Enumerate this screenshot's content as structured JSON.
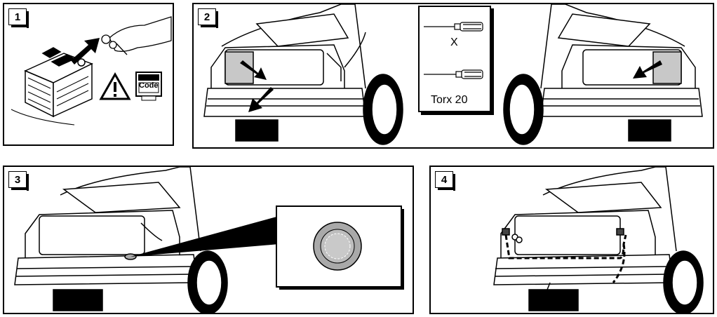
{
  "steps": [
    "1",
    "2",
    "3",
    "4"
  ],
  "panel1": {
    "code_label": "Code"
  },
  "panel2": {
    "tool1_label": "X",
    "tool2_label": "Torx 20"
  },
  "icons": [
    "warning-triangle-icon",
    "code-card-icon",
    "key-icon",
    "battery-icon",
    "screwdriver-icon",
    "arrow-icon"
  ]
}
